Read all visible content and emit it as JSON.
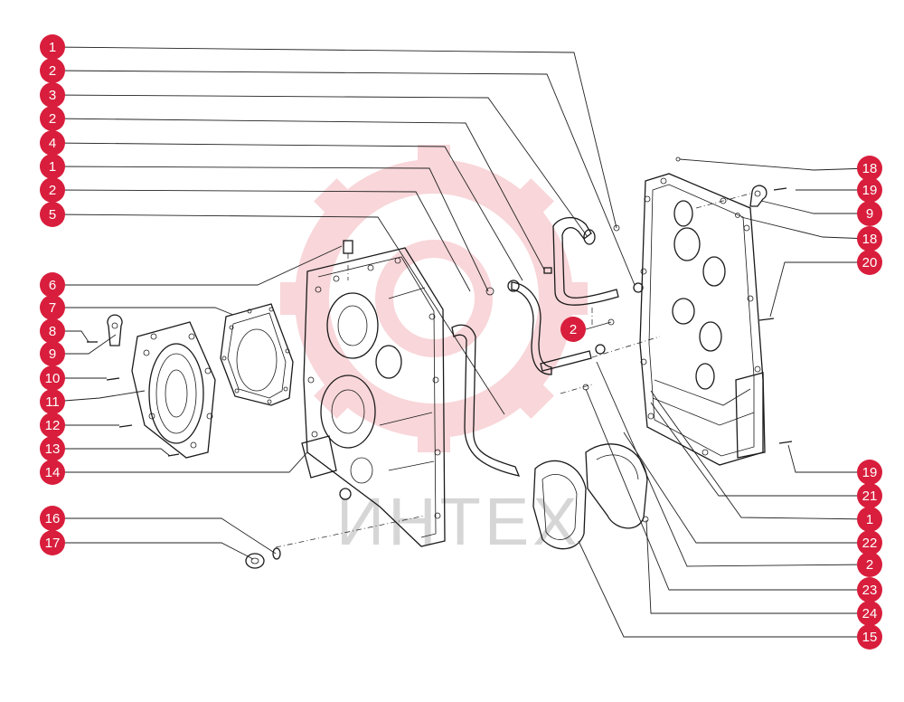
{
  "watermark": {
    "text": "ИНТЕХ",
    "color": "#f3c6c8"
  },
  "badge_color": "#d81e3c",
  "callouts_left": [
    "1",
    "2",
    "3",
    "2",
    "4",
    "1",
    "2",
    "5",
    "6",
    "7",
    "8",
    "9",
    "10",
    "11",
    "12",
    "13",
    "14",
    "16",
    "17"
  ],
  "callouts_right": [
    "18",
    "19",
    "9",
    "18",
    "20",
    "19",
    "21",
    "1",
    "22",
    "2",
    "23",
    "24",
    "15"
  ],
  "callouts_center": [
    "2"
  ]
}
